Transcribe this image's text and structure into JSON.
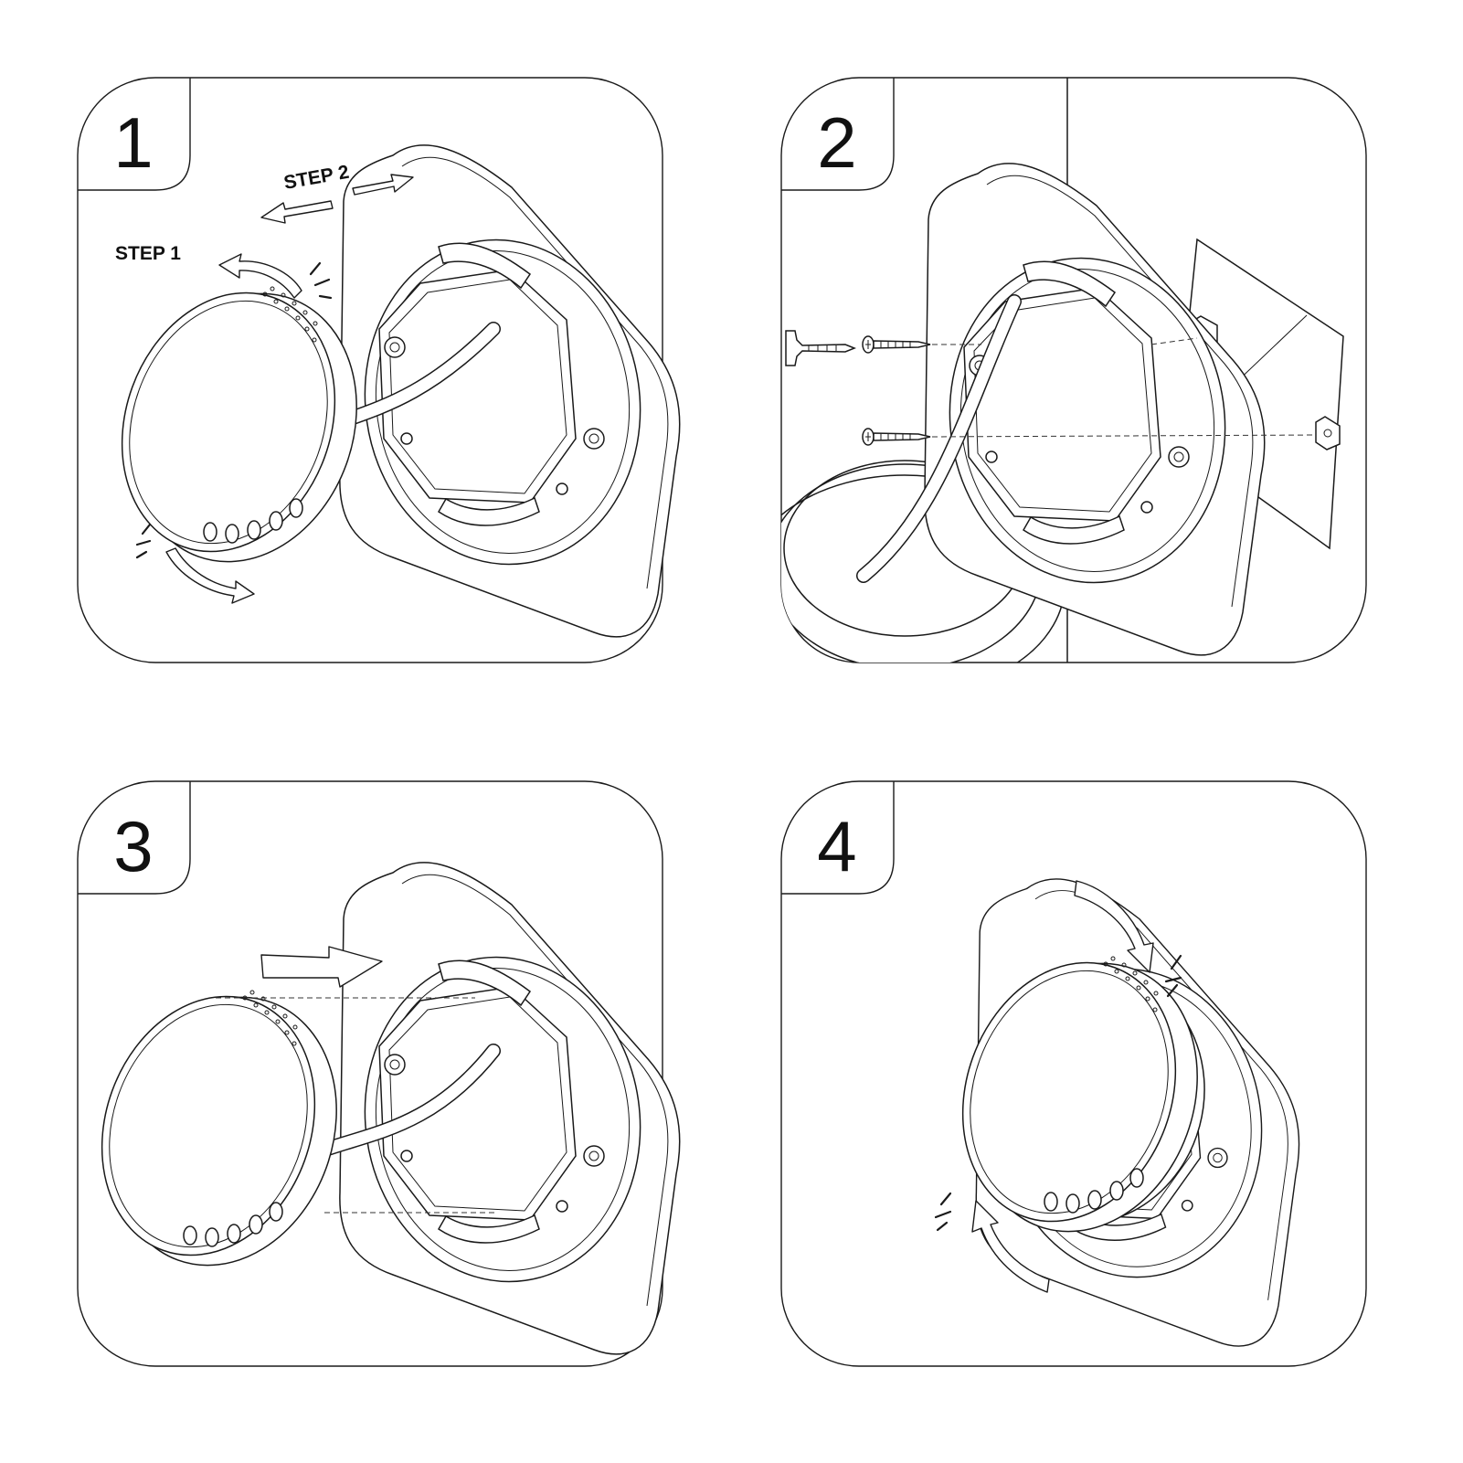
{
  "panels": [
    {
      "number": "1",
      "labels": {
        "step1": "STEP 1",
        "step2": "STEP 2"
      }
    },
    {
      "number": "2"
    },
    {
      "number": "3"
    },
    {
      "number": "4"
    }
  ],
  "colors": {
    "line": "#1a1a1a",
    "background": "#ffffff"
  }
}
